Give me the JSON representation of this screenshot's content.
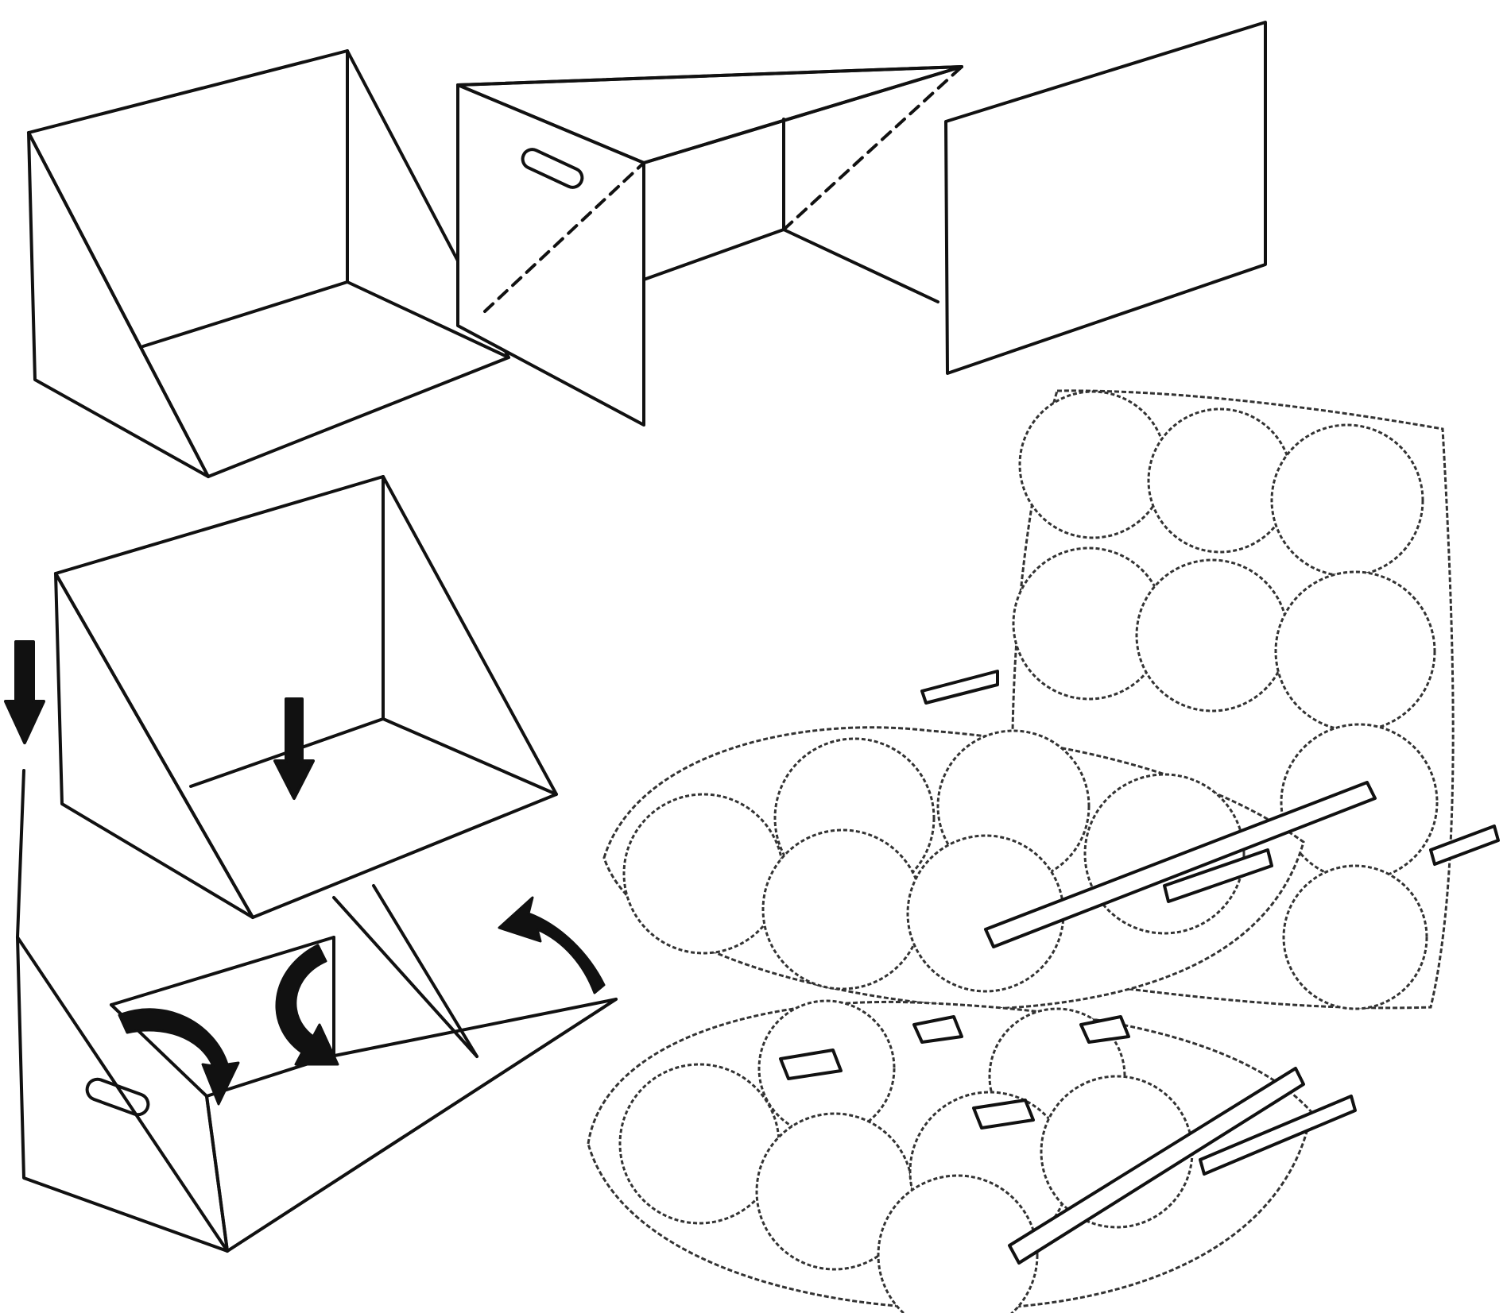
{
  "diagram": {
    "type": "assembly-illustration",
    "style": "black ink line drawing on white",
    "labels": [],
    "colors": {
      "ink": "#111111",
      "fill": "#ffffff",
      "sketch": "#555555"
    },
    "panels": [
      {
        "id": "wedge-tray",
        "description_visible": false
      },
      {
        "id": "open-frame-with-handle",
        "description_visible": false
      },
      {
        "id": "flat-end-panel",
        "description_visible": false
      },
      {
        "id": "assembled-box-with-fold-arrows",
        "description_visible": false
      },
      {
        "id": "ball-cushion-seat",
        "description_visible": false
      }
    ],
    "icons": [
      "down-arrow-icon",
      "curved-fold-arrow-icon",
      "curved-up-arrow-icon"
    ]
  }
}
